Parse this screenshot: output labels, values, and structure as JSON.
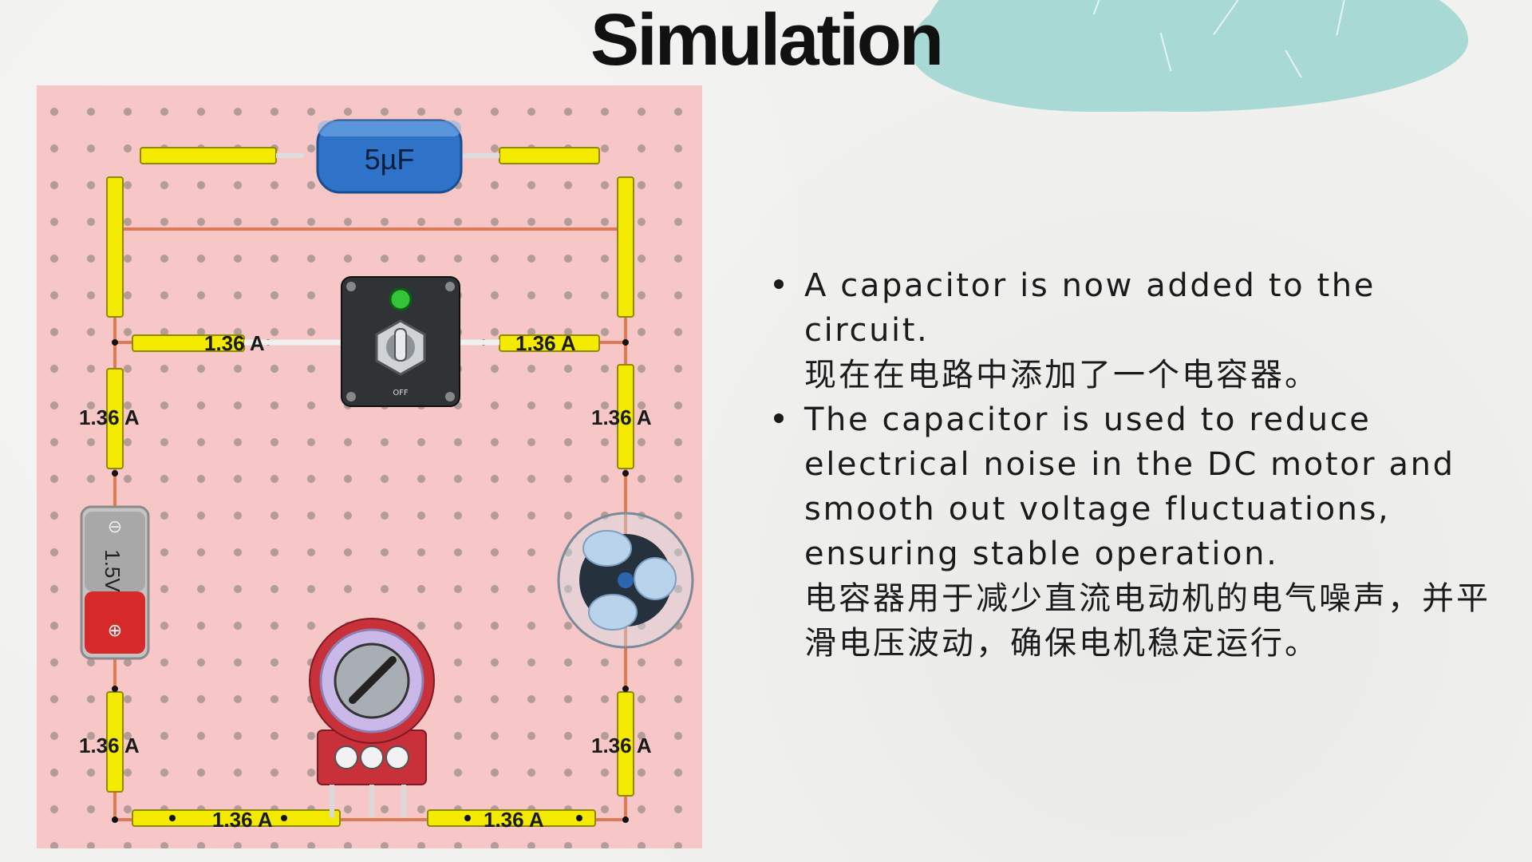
{
  "title": "Simulation",
  "colors": {
    "background": "#f1f1ef",
    "accent_blob": "#a9d9d5",
    "breadboard": "#f7c7c7",
    "wire": "#f3ea00",
    "capacitor": "#2f73c8",
    "battery_negative": "#a9a9a9",
    "battery_positive": "#d62a2a",
    "potentiometer": "#c8303a"
  },
  "circuit": {
    "capacitor_label": "5µF",
    "battery_label": "1.5V",
    "battery_negative_symbol": "⊖",
    "battery_positive_symbol": "⊕",
    "switch_state_label": "OFF",
    "current_readings": {
      "top_left": "1.36 A",
      "top_right": "1.36 A",
      "left_upper": "1.36 A",
      "right_upper": "1.36 A",
      "left_lower": "1.36 A",
      "right_lower": "1.36 A",
      "bottom_left": "1.36 A",
      "bottom_right": "1.36 A"
    },
    "components": [
      "capacitor-icon",
      "toggle-switch-icon",
      "battery-icon",
      "fan-motor-icon",
      "potentiometer-icon"
    ]
  },
  "bullets": [
    {
      "en": "A capacitor is now added to the circuit.",
      "zh": "现在在电路中添加了一个电容器。"
    },
    {
      "en": "The capacitor is used to reduce electrical noise in the DC motor and smooth out voltage fluctuations, ensuring stable operation.",
      "zh": "电容器用于减少直流电动机的电气噪声，并平滑电压波动，确保电机稳定运行。"
    }
  ]
}
